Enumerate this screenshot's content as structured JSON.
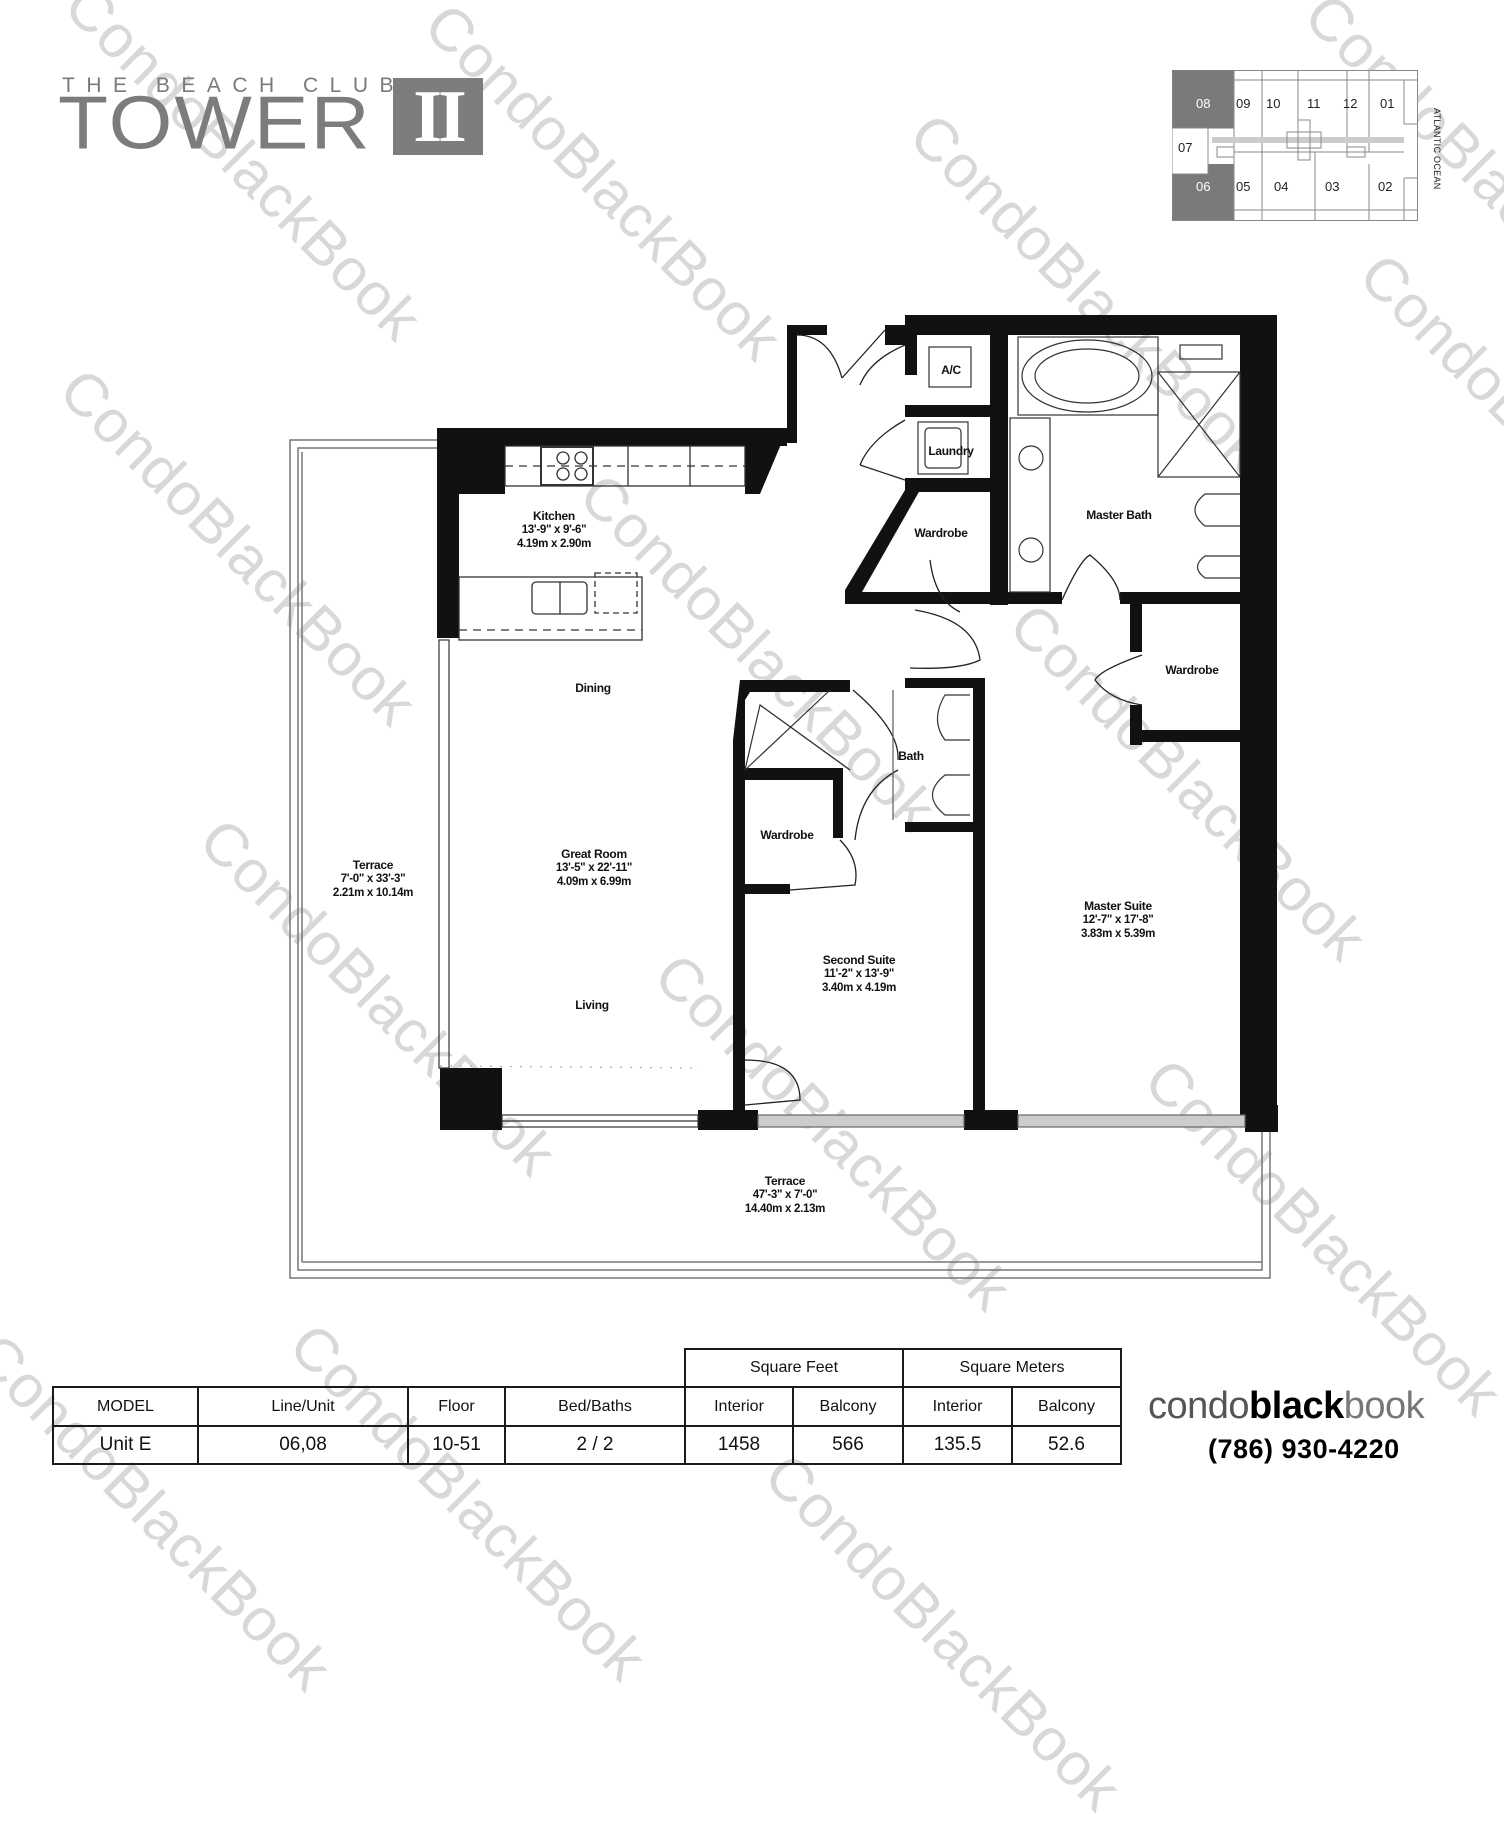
{
  "logo": {
    "subtitle": "THE BEACH CLUB",
    "title": "TOWER",
    "numeral": "II"
  },
  "keyplan": {
    "units": [
      {
        "label": "08",
        "highlighted": true
      },
      {
        "label": "09",
        "highlighted": false
      },
      {
        "label": "10",
        "highlighted": false
      },
      {
        "label": "11",
        "highlighted": false
      },
      {
        "label": "12",
        "highlighted": false
      },
      {
        "label": "01",
        "highlighted": false
      },
      {
        "label": "07",
        "highlighted": false
      },
      {
        "label": "06",
        "highlighted": true
      },
      {
        "label": "05",
        "highlighted": false
      },
      {
        "label": "04",
        "highlighted": false
      },
      {
        "label": "03",
        "highlighted": false
      },
      {
        "label": "02",
        "highlighted": false
      }
    ],
    "orientation_label": "ATLANTIC OCEAN",
    "highlight_color": "#7a7a7a"
  },
  "rooms": {
    "kitchen": {
      "name": "Kitchen",
      "dim_ft": "13'-9\" x 9'-6\"",
      "dim_m": "4.19m x 2.90m"
    },
    "dining": {
      "name": "Dining"
    },
    "great_room": {
      "name": "Great Room",
      "dim_ft": "13'-5\" x 22'-11\"",
      "dim_m": "4.09m x 6.99m"
    },
    "living": {
      "name": "Living"
    },
    "terrace_west": {
      "name": "Terrace",
      "dim_ft": "7'-0\" x 33'-3\"",
      "dim_m": "2.21m x 10.14m"
    },
    "terrace_south": {
      "name": "Terrace",
      "dim_ft": "47'-3\" x 7'-0\"",
      "dim_m": "14.40m x 2.13m"
    },
    "ac": {
      "name": "A/C"
    },
    "laundry": {
      "name": "Laundry"
    },
    "wardrobe_hall": {
      "name": "Wardrobe"
    },
    "master_bath": {
      "name": "Master Bath"
    },
    "wardrobe_master": {
      "name": "Wardrobe"
    },
    "bath": {
      "name": "Bath"
    },
    "wardrobe_second": {
      "name": "Wardrobe"
    },
    "second_suite": {
      "name": "Second Suite",
      "dim_ft": "11'-2\" x 13'-9\"",
      "dim_m": "3.40m x 4.19m"
    },
    "master_suite": {
      "name": "Master Suite",
      "dim_ft": "12'-7\" x 17'-8\"",
      "dim_m": "3.83m x 5.39m"
    }
  },
  "specs": {
    "group_headers": {
      "square_feet": "Square Feet",
      "square_meters": "Square Meters"
    },
    "headers": [
      "MODEL",
      "Line/Unit",
      "Floor",
      "Bed/Baths",
      "Interior",
      "Balcony",
      "Interior",
      "Balcony"
    ],
    "row": [
      "Unit E",
      "06,08",
      "10-51",
      "2 / 2",
      "1458",
      "566",
      "135.5",
      "52.6"
    ]
  },
  "brand": {
    "part1": "condo",
    "part2": "black",
    "part3": "book",
    "phone": "(786) 930-4220"
  },
  "watermark": "CondoBlackBook"
}
